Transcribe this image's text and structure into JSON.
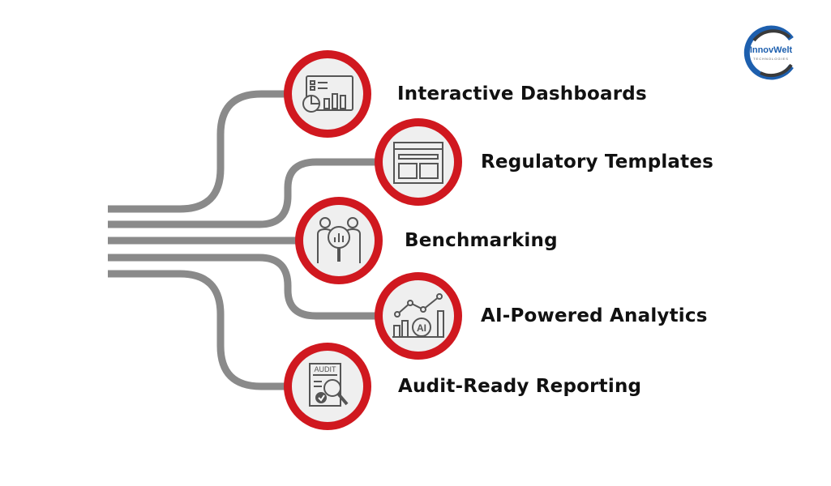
{
  "logo": {
    "name": "InnovWelt",
    "tagline": "TECHNOLOGIES"
  },
  "colors": {
    "ring": "#d0181f",
    "connector": "#8a8a8a",
    "circle_fill": "#efefef",
    "logo_blue": "#1d5fae",
    "logo_dark": "#3a3a3a"
  },
  "items": [
    {
      "label": "Interactive Dashboards",
      "icon": "dashboard-icon"
    },
    {
      "label": "Regulatory Templates",
      "icon": "template-icon"
    },
    {
      "label": "Benchmarking",
      "icon": "benchmark-icon"
    },
    {
      "label": "AI-Powered Analytics",
      "icon": "ai-analytics-icon"
    },
    {
      "label": "Audit-Ready Reporting",
      "icon": "audit-report-icon"
    }
  ]
}
